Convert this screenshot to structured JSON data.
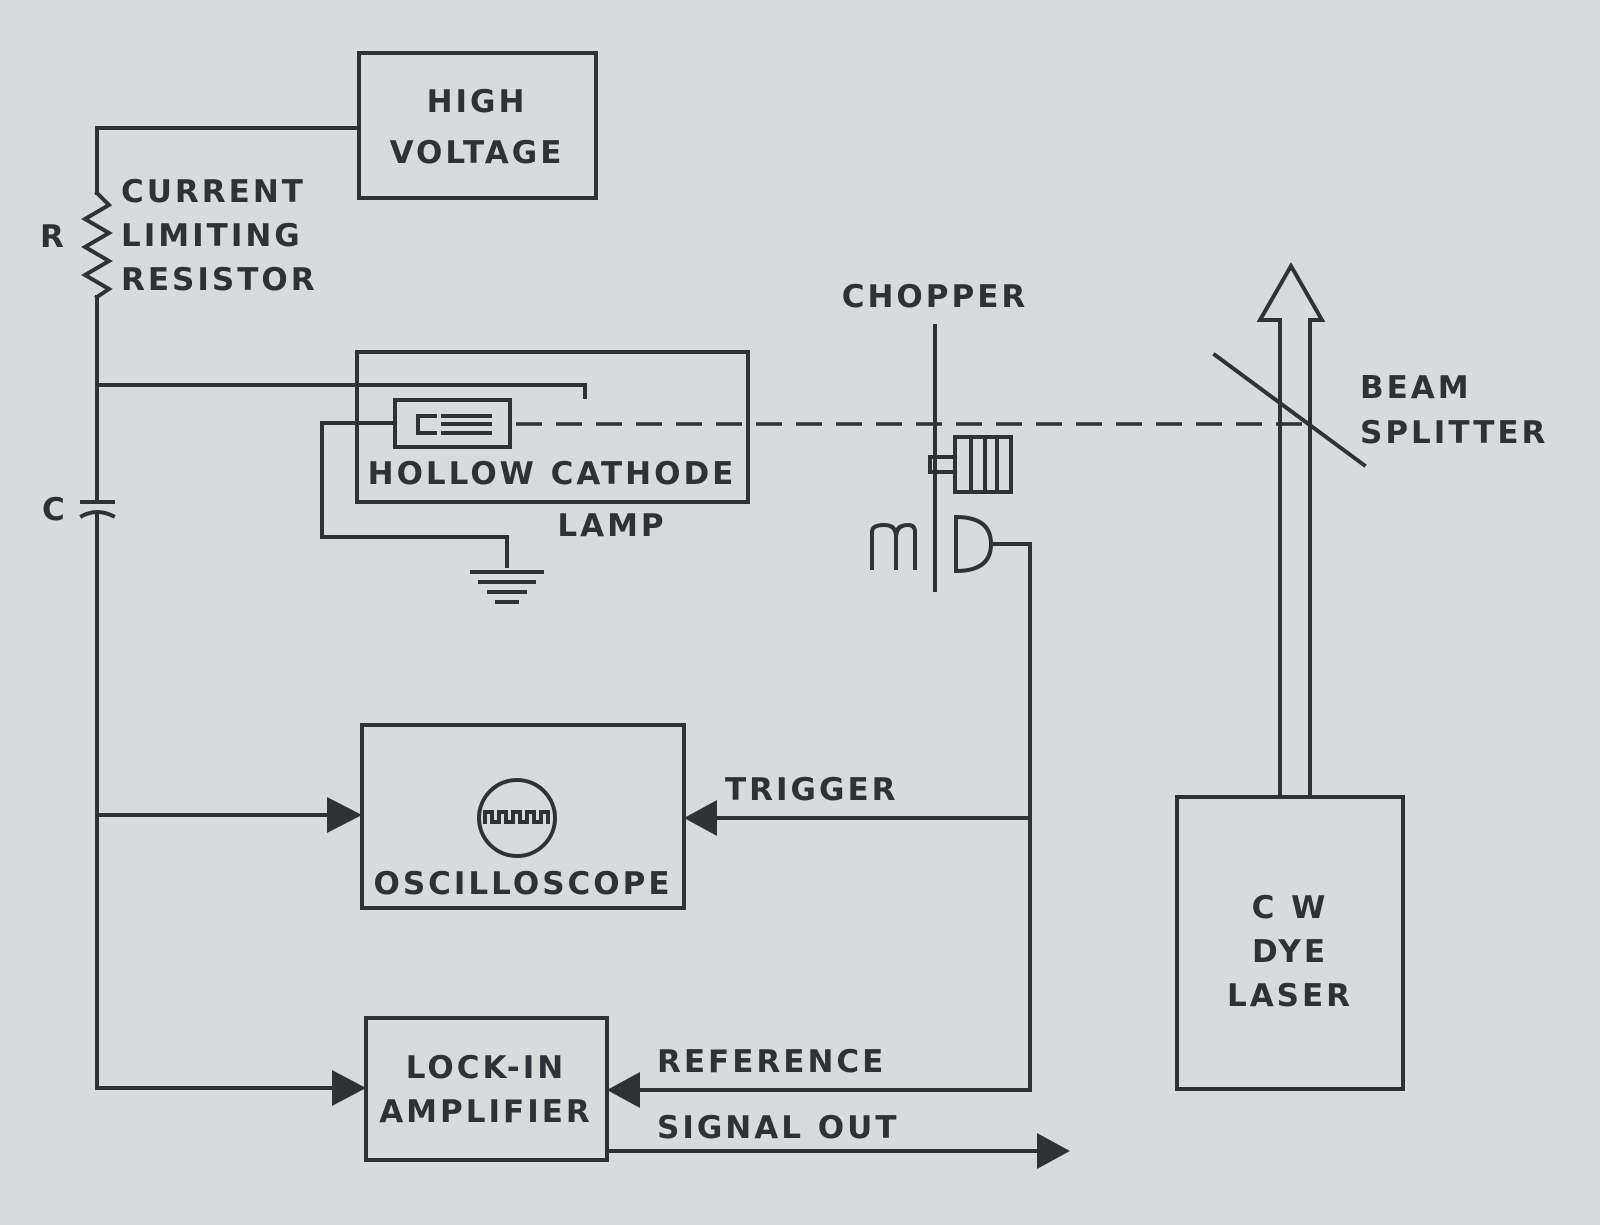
{
  "labels": {
    "high_voltage": [
      "HIGH",
      "VOLTAGE"
    ],
    "resistor_symbol": "R",
    "resistor_desc": [
      "CURRENT",
      "LIMITING",
      "RESISTOR"
    ],
    "capacitor_symbol": "C",
    "hollow_cathode": "HOLLOW CATHODE",
    "lamp": "LAMP",
    "chopper": "CHOPPER",
    "motor_symbol": "m",
    "beam_splitter": [
      "BEAM",
      "SPLITTER"
    ],
    "oscilloscope": "OSCILLOSCOPE",
    "trigger": "TRIGGER",
    "lock_in": [
      "LOCK-IN",
      "AMPLIFIER"
    ],
    "reference": "REFERENCE",
    "signal_out": "SIGNAL OUT",
    "laser": [
      "C W",
      "DYE",
      "LASER"
    ]
  }
}
